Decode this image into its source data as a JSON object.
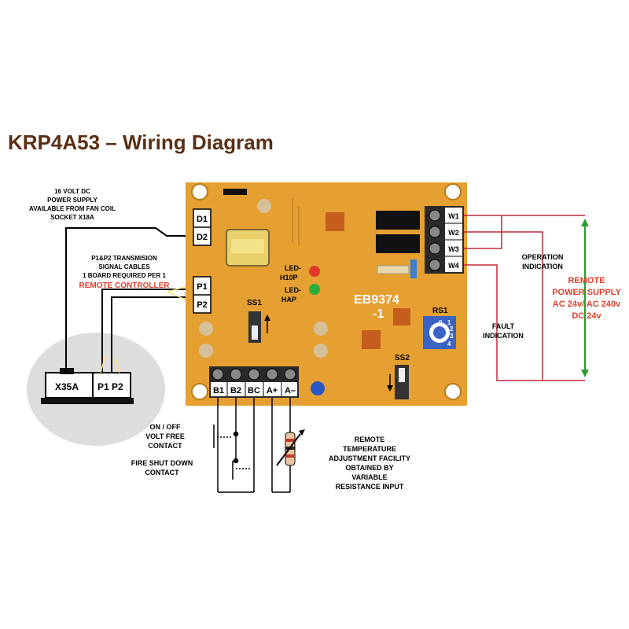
{
  "title": "KRP4A53 – Wiring Diagram",
  "power_supply_note": [
    "16 VOLT DC",
    "POWER SUPPLY",
    "AVAILABLE FROM FAN COIL",
    "SOCKET X18A"
  ],
  "transmission_note": [
    "P1&P2 TRANSMISION",
    "SIGNAL CABLES",
    "1 BOARD REQUIRED PER 1"
  ],
  "remote_controller_label": "REMOTE CONTROLLER",
  "controller_terminals": {
    "x35a": "X35A",
    "p1p2": "P1 P2"
  },
  "board": {
    "model_line1": "EB9374",
    "model_line2": "-1",
    "terminals_left": [
      "D1",
      "D2",
      "P1",
      "P2"
    ],
    "terminals_right": [
      "W1",
      "W2",
      "W3",
      "W4"
    ],
    "terminals_bottom": [
      "B1",
      "B2",
      "BC",
      "A+",
      "A–"
    ],
    "led1": [
      "LED-",
      "H10P"
    ],
    "led2": [
      "LED-",
      "HAP"
    ],
    "switches": {
      "ss1": "SS1",
      "ss2": "SS2",
      "rs1": "RS1"
    },
    "rs1_dial": [
      "0",
      "1",
      "2",
      "3",
      "4"
    ]
  },
  "operation_note": [
    "OPERATION",
    "INDICATION"
  ],
  "fault_note": [
    "FAULT",
    "INDICATION"
  ],
  "remote_power_supply": [
    "REMOTE",
    "POWER SUPPLY",
    "AC 24v/ AC 240v",
    "DC 24v"
  ],
  "on_off_note": [
    "ON / OFF",
    "VOLT FREE",
    "CONTACT"
  ],
  "fire_note": [
    "FIRE SHUT DOWN",
    "CONTACT"
  ],
  "remote_temp_note": [
    "REMOTE",
    "TEMPERATURE",
    "ADJUSTMENT FACILITY",
    "OBTAINED BY",
    "VARIABLE",
    "RESISTANCE INPUT"
  ],
  "colors": {
    "board": "#e5a031",
    "accent_red": "#e0402a",
    "wire_red": "#c0283a",
    "arrow_green": "#2e9a2e",
    "title": "#5a2f14",
    "terminal_block": "#2a2a2a"
  }
}
